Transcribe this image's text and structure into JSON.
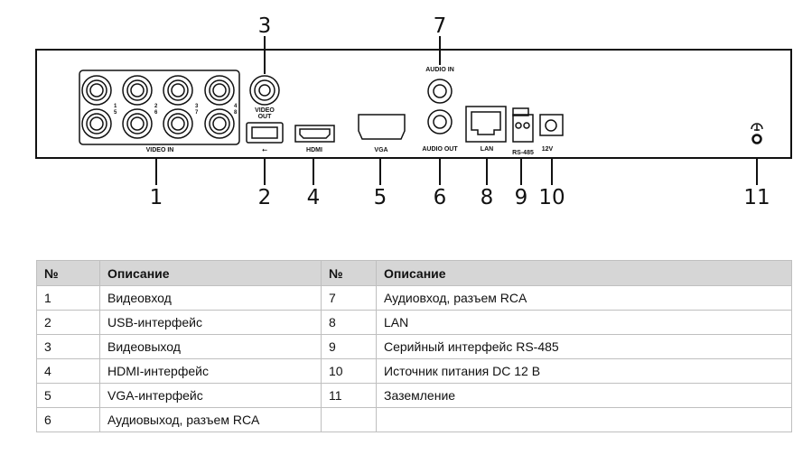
{
  "diagram": {
    "callouts_top": [
      "3",
      "7"
    ],
    "callouts_bottom": [
      "1",
      "2",
      "4",
      "5",
      "6",
      "8",
      "9",
      "10",
      "11"
    ],
    "labels": {
      "video_in": "VIDEO IN",
      "video_out_1": "VIDEO",
      "video_out_2": "OUT",
      "hdmi": "HDMI",
      "vga": "VGA",
      "audio_in": "AUDIO IN",
      "audio_out": "AUDIO OUT",
      "lan": "LAN",
      "rs485": "RS-485",
      "power": "12V",
      "channels": [
        "1",
        "2",
        "3",
        "4",
        "5",
        "6",
        "7",
        "8"
      ]
    }
  },
  "table": {
    "headers": [
      "№",
      "Описание",
      "№",
      "Описание"
    ],
    "rows": [
      [
        "1",
        "Видеовход",
        "7",
        "Аудиовход, разъем RCA"
      ],
      [
        "2",
        "USB-интерфейс",
        "8",
        "LAN"
      ],
      [
        "3",
        "Видеовыход",
        "9",
        "Серийный интерфейс RS-485"
      ],
      [
        "4",
        "HDMI-интерфейс",
        "10",
        "Источник питания DC 12 В"
      ],
      [
        "5",
        "VGA-интерфейс",
        "11",
        "Заземление"
      ],
      [
        "6",
        "Аудиовыход, разъем RCA",
        "",
        ""
      ]
    ]
  }
}
